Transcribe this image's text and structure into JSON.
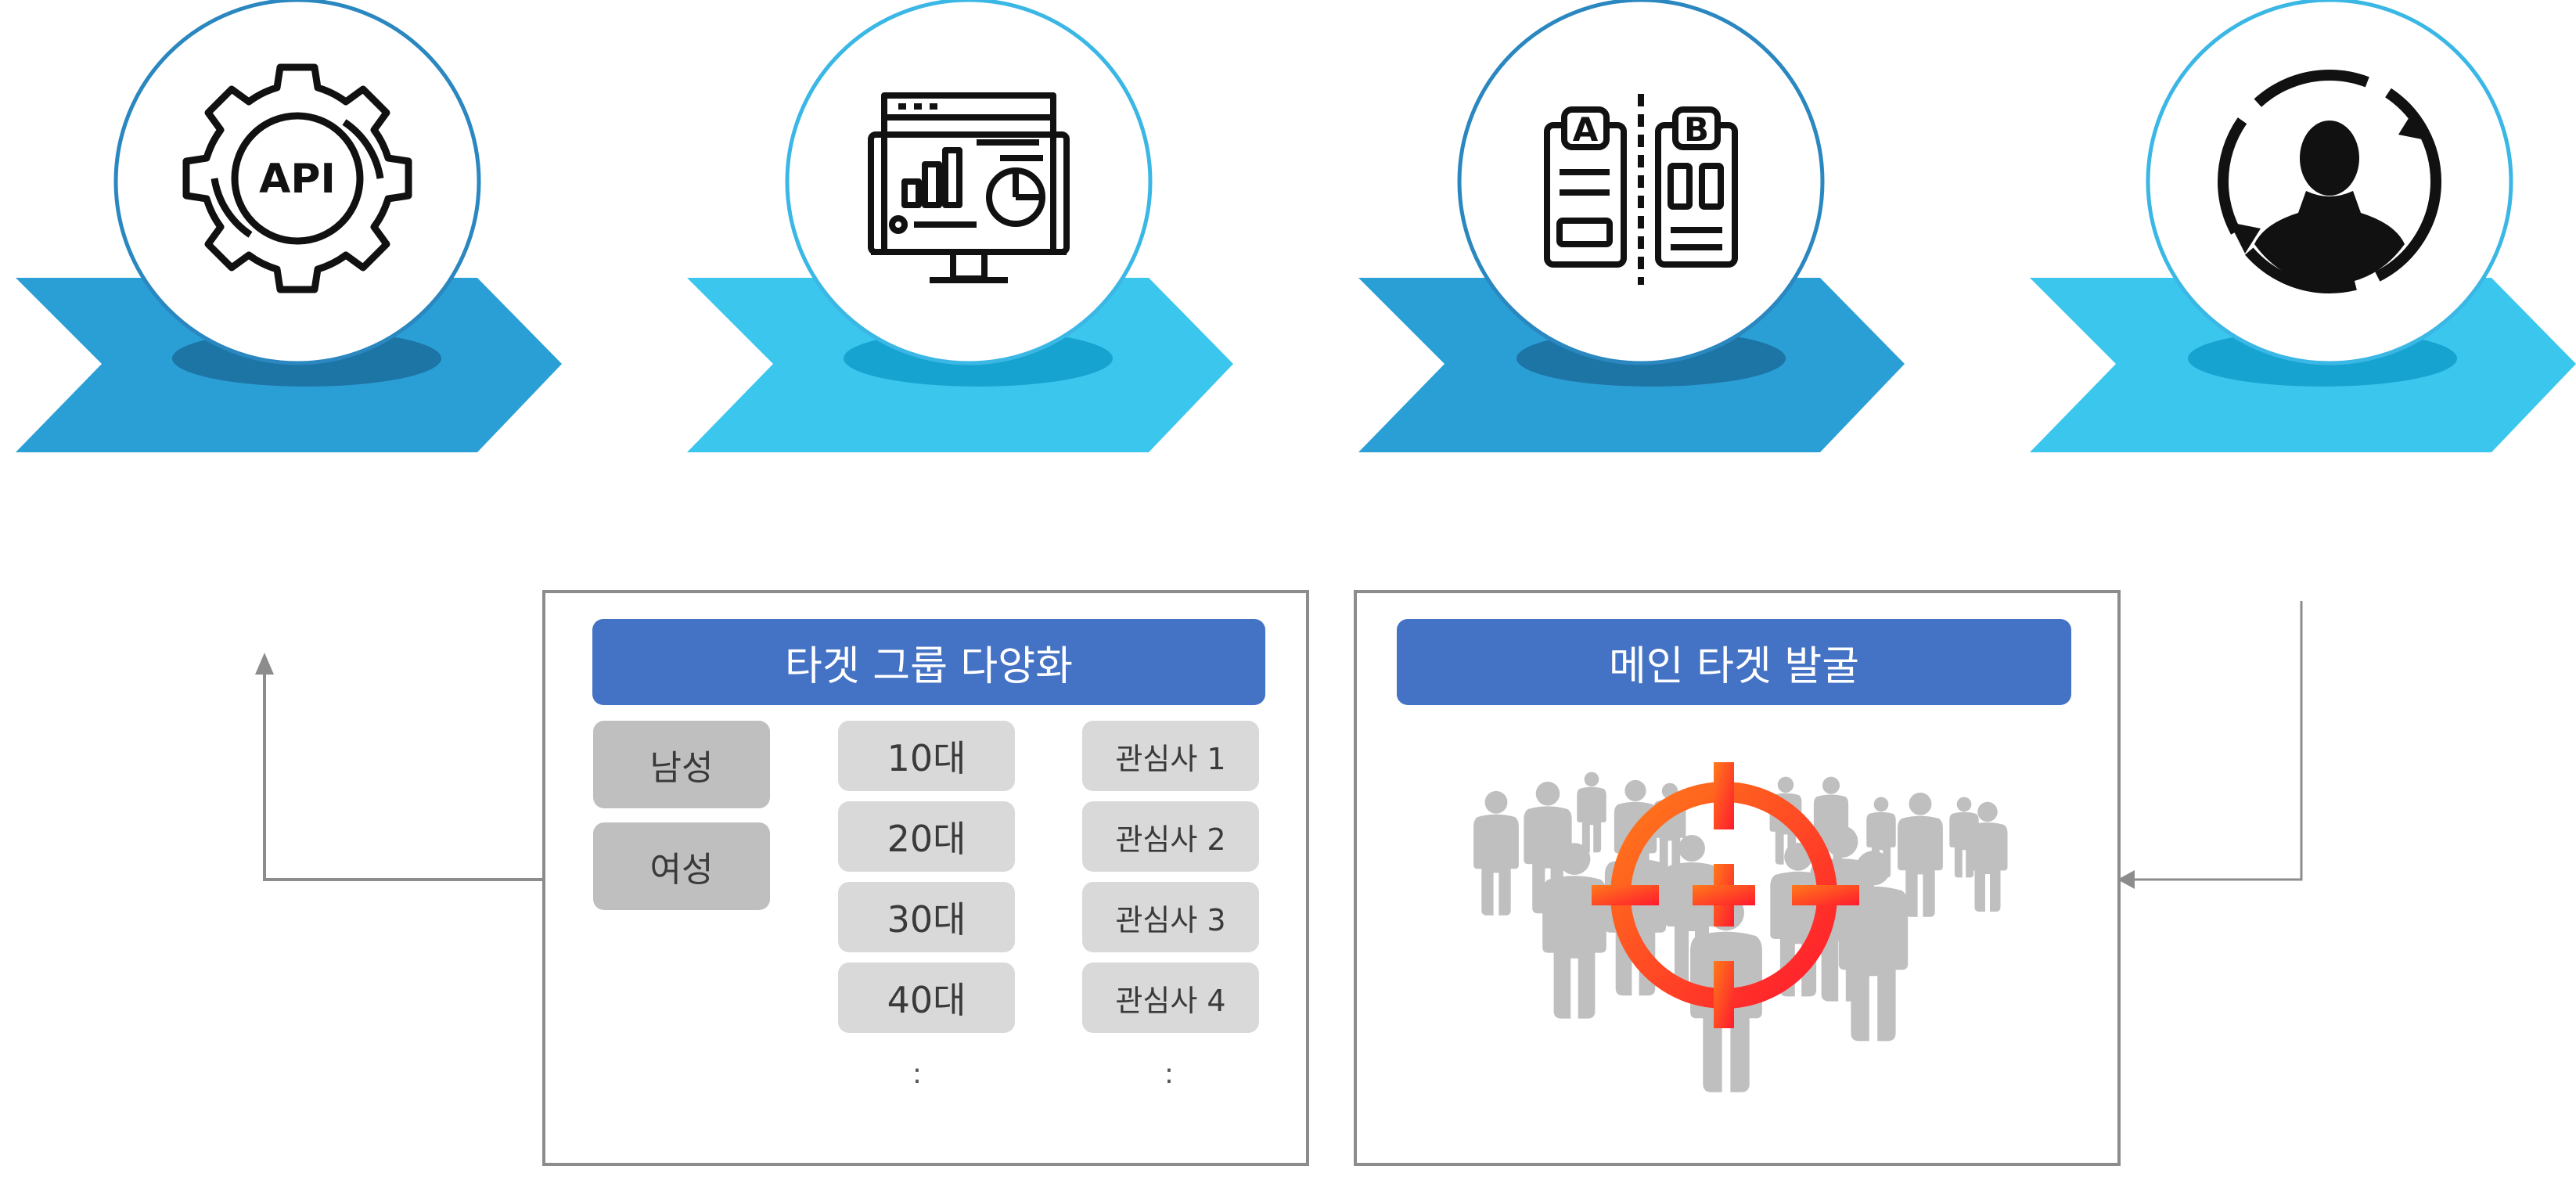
{
  "steps": [
    {
      "icon": "api-gear-icon",
      "arrow_color": "#2a9fd6",
      "ring_color": "#2a87c0"
    },
    {
      "icon": "dashboard-monitor-icon",
      "arrow_color": "#3bc6ee",
      "ring_color": "#3bb7e5"
    },
    {
      "icon": "ab-test-icon",
      "arrow_color": "#2a9fd6",
      "ring_color": "#2a87c0"
    },
    {
      "icon": "user-cycle-icon",
      "arrow_color": "#3bc6ee",
      "ring_color": "#3bb7e5"
    }
  ],
  "left_panel": {
    "title": "타겟 그룹 다양화",
    "genders": [
      "남성",
      "여성"
    ],
    "ages": [
      "10대",
      "20대",
      "30대",
      "40대"
    ],
    "interests": [
      "관심사 1",
      "관심사 2",
      "관심사 3",
      "관심사 4"
    ],
    "ellipsis": ":"
  },
  "right_panel": {
    "title": "메인 타겟 발굴",
    "illustration": "crowd-target-icon"
  },
  "colors": {
    "title_bar": "#4472c4",
    "panel_border": "#8c8c8c",
    "crosshair_start": "#ff6a1a",
    "crosshair_end": "#ff1a2e",
    "people": "#bfbfbf"
  }
}
